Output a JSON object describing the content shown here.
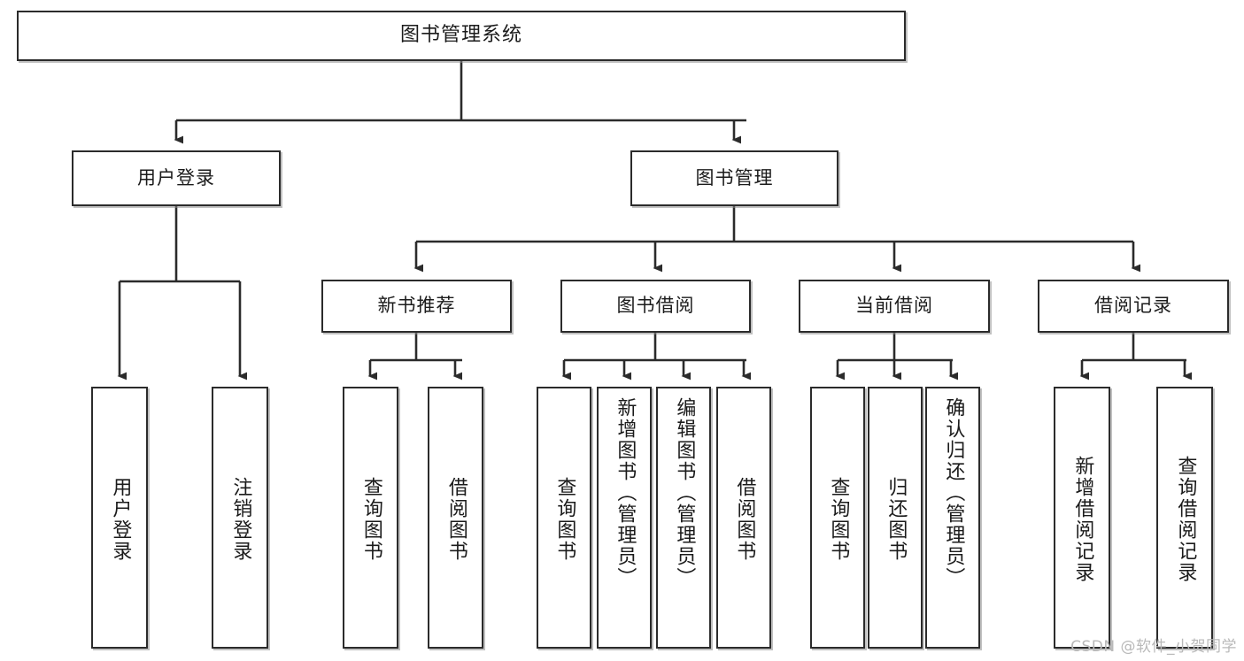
{
  "diagram": {
    "title": "图书管理系统",
    "type": "tree",
    "watermark": "CSDN @软件_小贺同学",
    "colors": {
      "box_border": "#2b2b2b",
      "box_fill": "#ffffff",
      "edge": "#2b2b2b",
      "text": "#1b1b1b",
      "watermark": "#b9b9b9",
      "shadow": "#8c8c8c"
    },
    "nodes": {
      "root": {
        "label": "图书管理系统"
      },
      "level2": [
        {
          "id": "user-login",
          "label": "用户登录"
        },
        {
          "id": "book-manage",
          "label": "图书管理"
        }
      ],
      "level3": [
        {
          "id": "new-book-recommend",
          "label": "新书推荐"
        },
        {
          "id": "book-borrow",
          "label": "图书借阅"
        },
        {
          "id": "current-borrow",
          "label": "当前借阅"
        },
        {
          "id": "borrow-record",
          "label": "借阅记录"
        }
      ],
      "leaves": {
        "user_login": [
          {
            "id": "leaf-user-login",
            "label": "用户登录"
          },
          {
            "id": "leaf-logout",
            "label": "注销登录"
          }
        ],
        "new_book_recommend": [
          {
            "id": "leaf-query-book-1",
            "label": "查询图书"
          },
          {
            "id": "leaf-borrow-book-1",
            "label": "借阅图书"
          }
        ],
        "book_borrow": [
          {
            "id": "leaf-query-book-2",
            "label": "查询图书"
          },
          {
            "id": "leaf-add-book",
            "label": "新增图书（管理员）"
          },
          {
            "id": "leaf-edit-book",
            "label": "编辑图书（管理员）"
          },
          {
            "id": "leaf-borrow-book-2",
            "label": "借阅图书"
          }
        ],
        "current_borrow": [
          {
            "id": "leaf-query-book-3",
            "label": "查询图书"
          },
          {
            "id": "leaf-return-book",
            "label": "归还图书"
          },
          {
            "id": "leaf-confirm-return",
            "label": "确认归还（管理员）"
          }
        ],
        "borrow_record": [
          {
            "id": "leaf-add-record",
            "label": "新增借阅记录"
          },
          {
            "id": "leaf-query-record",
            "label": "查询借阅记录"
          }
        ]
      }
    }
  }
}
